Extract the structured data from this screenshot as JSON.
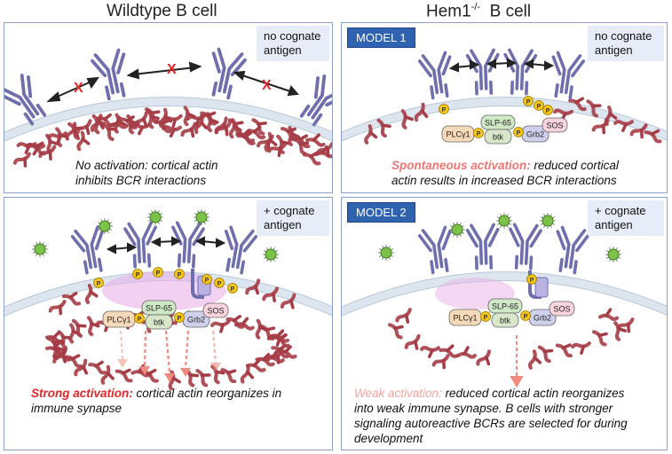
{
  "titles": {
    "wildtype": "Wildtype B cell",
    "hem1": "Hem1",
    "hem1_sup": "-/-",
    "hem1_suffix": "B cell"
  },
  "panels": {
    "tl": {
      "antigen_lines": [
        "no cognate",
        "antigen"
      ],
      "caption_line1": "No activation:  cortical actin",
      "caption_line2": "inhibits BCR interactions"
    },
    "tr": {
      "model": "MODEL 1",
      "antigen_lines": [
        "no cognate",
        "antigen"
      ],
      "caption_hl": "Spontaneous activation:",
      "caption_rest1": " reduced cortical",
      "caption_line2": "actin results in increased BCR interactions"
    },
    "bl": {
      "antigen_lines": [
        "+ cognate",
        "antigen"
      ],
      "caption_hl": "Strong activation:",
      "caption_rest1": " cortical actin reorganizes in",
      "caption_line2": "immune synapse"
    },
    "br": {
      "model": "MODEL 2",
      "antigen_lines": [
        "+ cognate",
        "antigen"
      ],
      "caption_hl": "Weak activation:",
      "caption_rest1": " reduced cortical actin reorganizes",
      "caption_line2": "into weak immune synapse. B cells with stronger",
      "caption_line3": "signaling autoreactive BCRs are selected for during",
      "caption_line4": "development"
    }
  },
  "signaling": {
    "plcg": "PLCγ1",
    "slp": "SLP-65",
    "btk": "btk",
    "grb2": "Grb2",
    "sos": "SOS",
    "p": "P",
    "x": "X"
  },
  "colors": {
    "panel_border": "#8ea1c7",
    "bcr": "#6f6fae",
    "actin": "#a63c46",
    "strong_red": "#e3262a",
    "model_badge": "#2f63b0",
    "phospho": "#f5c518"
  }
}
